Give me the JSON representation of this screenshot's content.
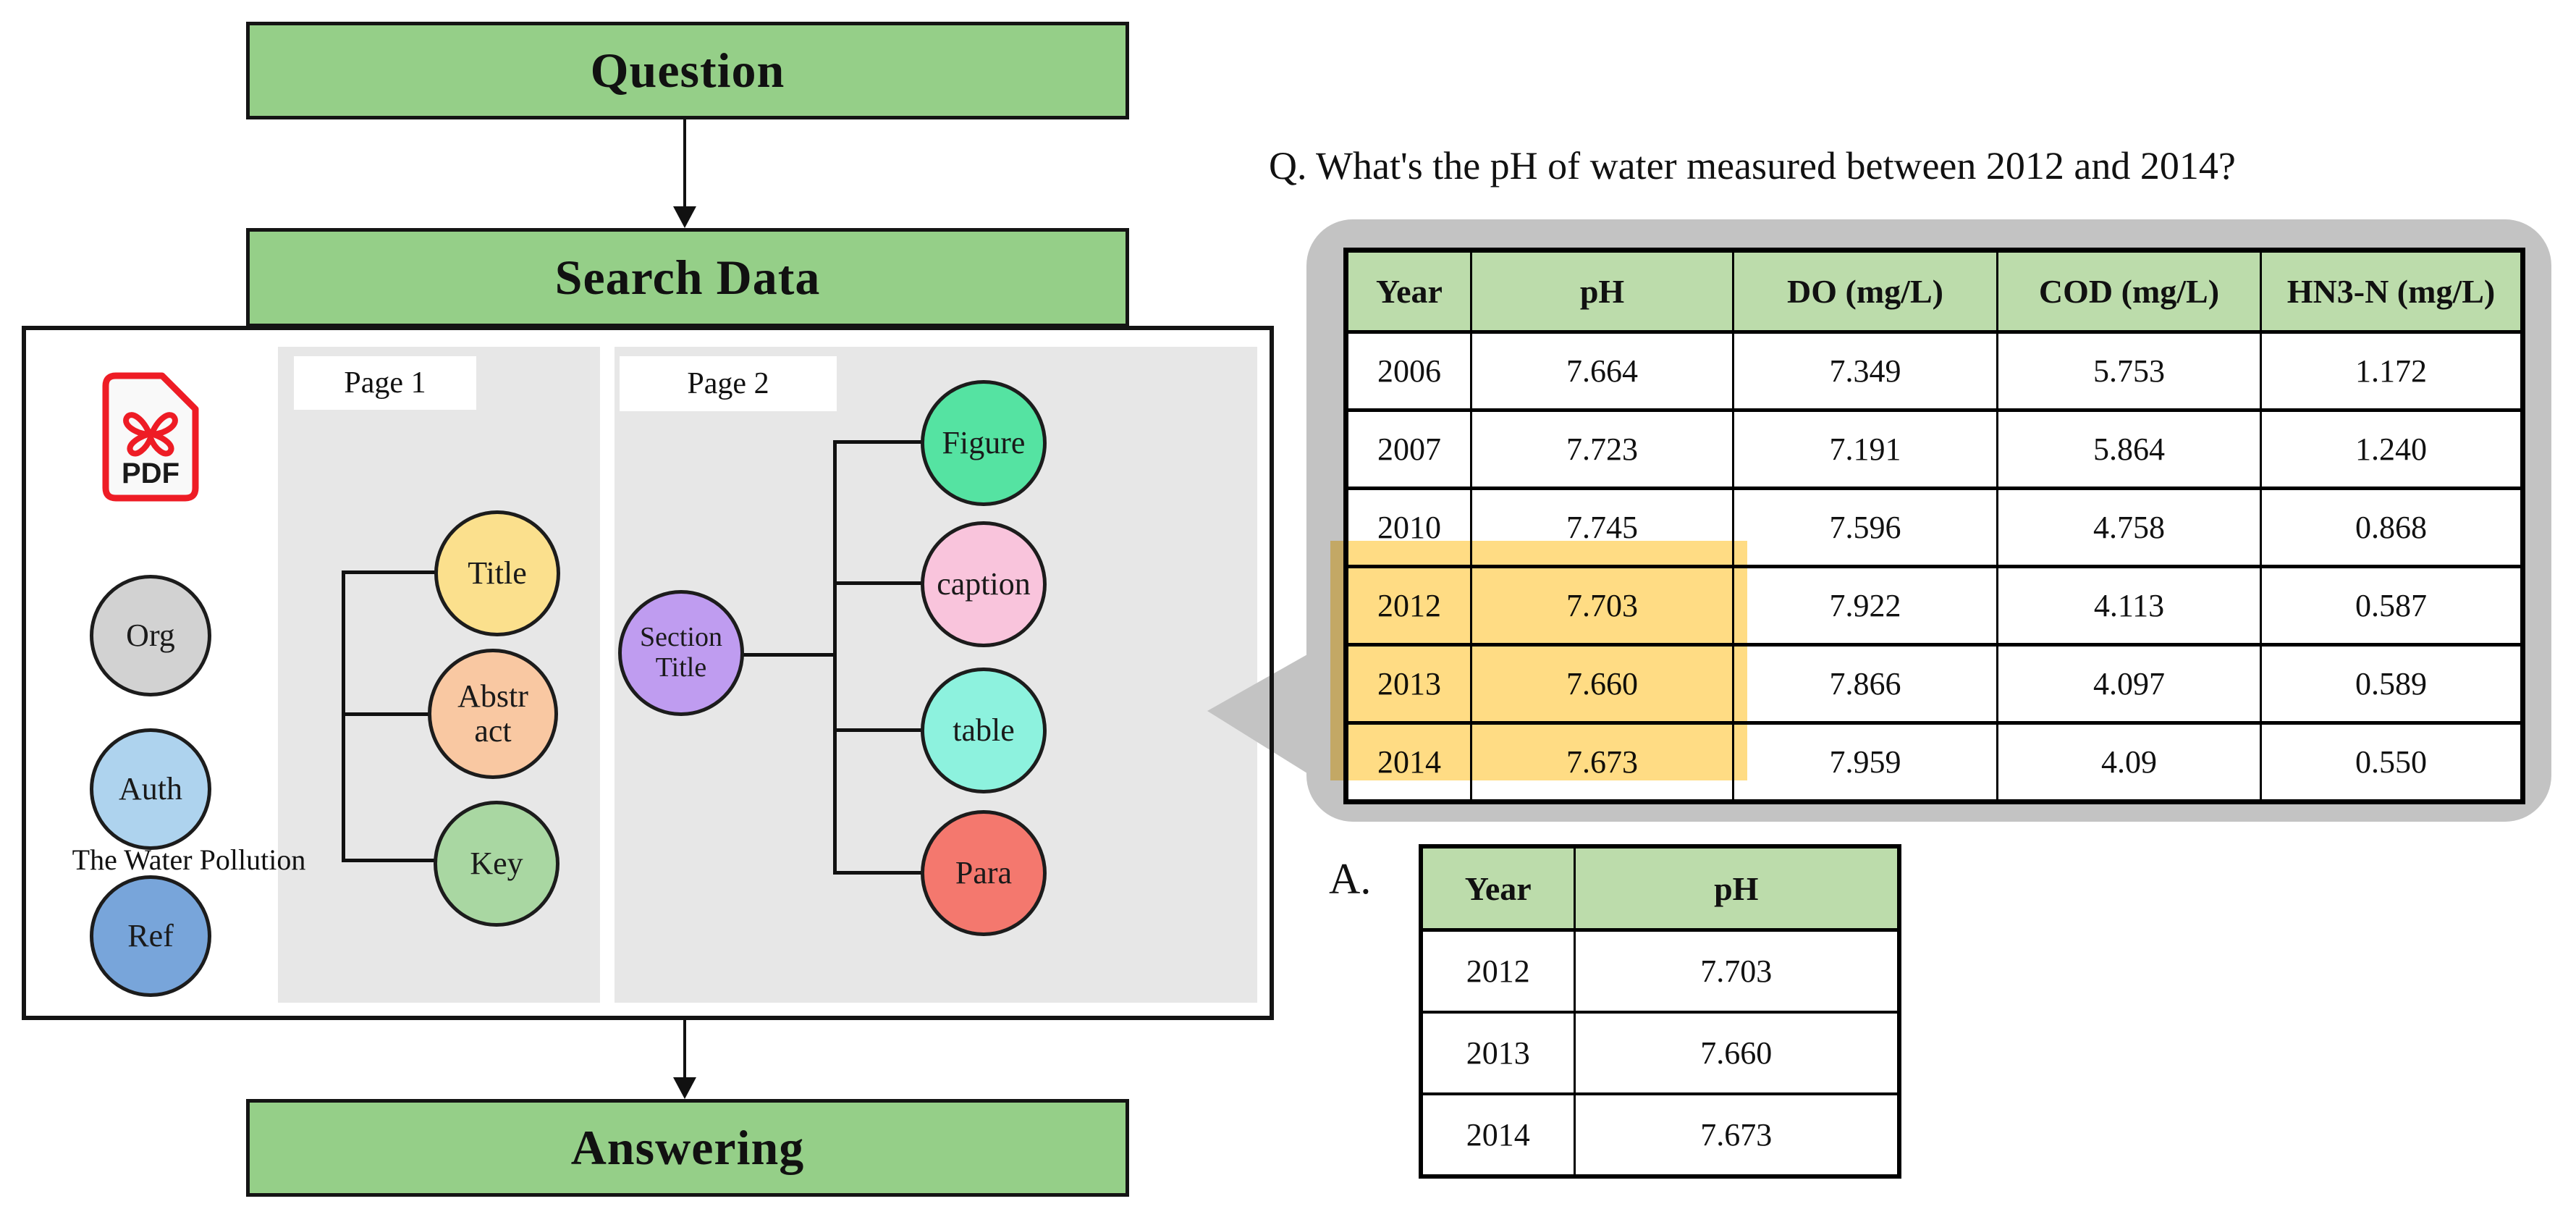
{
  "flow": {
    "question_label": "Question",
    "search_label": "Search Data",
    "answering_label": "Answering",
    "box_color": "#95cf88"
  },
  "pdf_panel": {
    "pdf_icon_label": "PDF",
    "doc_title": "The Water Pollution",
    "meta_nodes": [
      {
        "label": "Org",
        "color": "#d2d2d2"
      },
      {
        "label": "Auth",
        "color": "#aed3ee"
      },
      {
        "label": "Ref",
        "color": "#78a5da"
      }
    ],
    "page1": {
      "label": "Page 1",
      "nodes": [
        {
          "label": "Title",
          "color": "#fbe08d"
        },
        {
          "label": "Abstr act",
          "color": "#f9c8a2"
        },
        {
          "label": "Key",
          "color": "#a9d7a2"
        }
      ]
    },
    "page2": {
      "label": "Page 2",
      "root": {
        "label": "Section Title",
        "color": "#bf9cf0"
      },
      "nodes": [
        {
          "label": "Figure",
          "color": "#55e3a2"
        },
        {
          "label": "caption",
          "color": "#f9c4dc"
        },
        {
          "label": "table",
          "color": "#8df2de"
        },
        {
          "label": "Para",
          "color": "#f4786e"
        }
      ]
    },
    "panel_color": "#e7e7e7"
  },
  "qa": {
    "question_text": "Q. What's the pH of water measured between 2012 and 2014?",
    "answer_label": "A."
  },
  "main_table": {
    "headers": [
      "Year",
      "pH",
      "DO (mg/L)",
      "COD (mg/L)",
      "HN3-N (mg/L)"
    ],
    "rows": [
      [
        "2006",
        "7.664",
        "7.349",
        "5.753",
        "1.172"
      ],
      [
        "2007",
        "7.723",
        "7.191",
        "5.864",
        "1.240"
      ],
      [
        "2010",
        "7.745",
        "7.596",
        "4.758",
        "0.868"
      ],
      [
        "2012",
        "7.703",
        "7.922",
        "4.113",
        "0.587"
      ],
      [
        "2013",
        "7.660",
        "7.866",
        "4.097",
        "0.589"
      ],
      [
        "2014",
        "7.673",
        "7.959",
        "4.09",
        "0.550"
      ]
    ],
    "header_color": "#bcdcab",
    "highlight_color": "#ffd66e",
    "bubble_color": "#c3c3c3"
  },
  "answer_table": {
    "headers": [
      "Year",
      "pH"
    ],
    "rows": [
      [
        "2012",
        "7.703"
      ],
      [
        "2013",
        "7.660"
      ],
      [
        "2014",
        "7.673"
      ]
    ],
    "header_color": "#bcdcab"
  }
}
